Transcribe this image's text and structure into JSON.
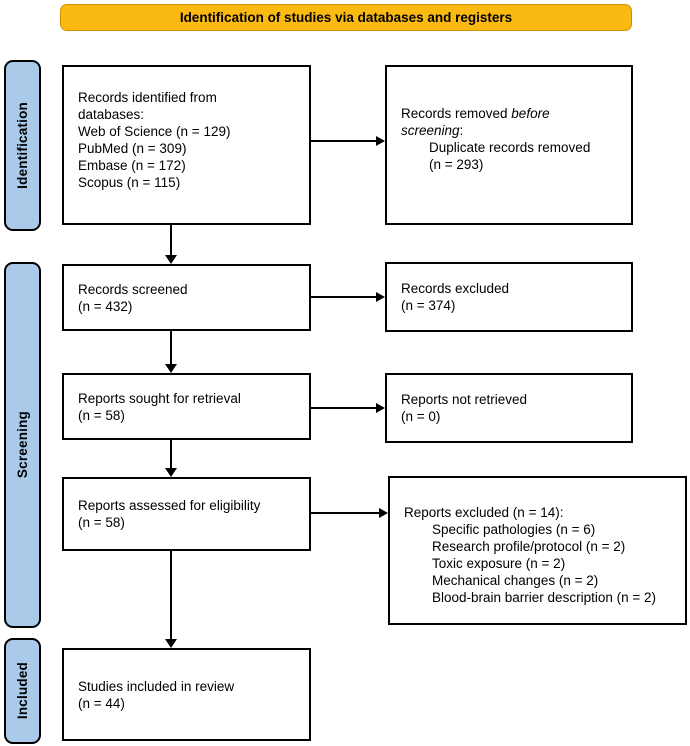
{
  "banner": {
    "label": "Identification of studies via databases and registers"
  },
  "stages": [
    {
      "label": "Identification"
    },
    {
      "label": "Screening"
    },
    {
      "label": "Included"
    }
  ],
  "boxes": {
    "records_identified": {
      "lines": [
        "Records identified from",
        "databases:",
        "Web of Science (n = 129)",
        "PubMed (n = 309)",
        "Embase (n = 172)",
        "Scopus (n = 115)"
      ]
    },
    "records_removed": {
      "line1_normal": "Records removed ",
      "line1_italic": "before",
      "line2_italic": "screening",
      "line2_normal": ":",
      "detail_lines": [
        "Duplicate records removed",
        "(n = 293)"
      ]
    },
    "records_screened": {
      "lines": [
        "Records screened",
        "(n = 432)"
      ]
    },
    "records_excluded": {
      "lines": [
        "Records excluded",
        "(n = 374)"
      ]
    },
    "reports_sought": {
      "lines": [
        "Reports sought for retrieval",
        "(n = 58)"
      ]
    },
    "reports_not_retrieved": {
      "lines": [
        "Reports not retrieved",
        "(n = 0)"
      ]
    },
    "reports_assessed": {
      "lines": [
        "Reports assessed for eligibility",
        "(n = 58)"
      ]
    },
    "reports_excluded": {
      "heading": "Reports excluded (n = 14):",
      "reasons": [
        "Specific pathologies (n = 6)",
        "Research profile/protocol (n = 2)",
        "Toxic exposure (n = 2)",
        "Mechanical changes (n = 2)",
        "Blood-brain barrier description (n = 2)"
      ]
    },
    "studies_included": {
      "lines": [
        "Studies included in review",
        "(n = 44)"
      ]
    }
  },
  "colors": {
    "banner_bg": "#FBBA12",
    "banner_border": "#CE9200",
    "stage_bg": "#A9CBE9",
    "box_border": "#000000",
    "line": "#000000"
  }
}
